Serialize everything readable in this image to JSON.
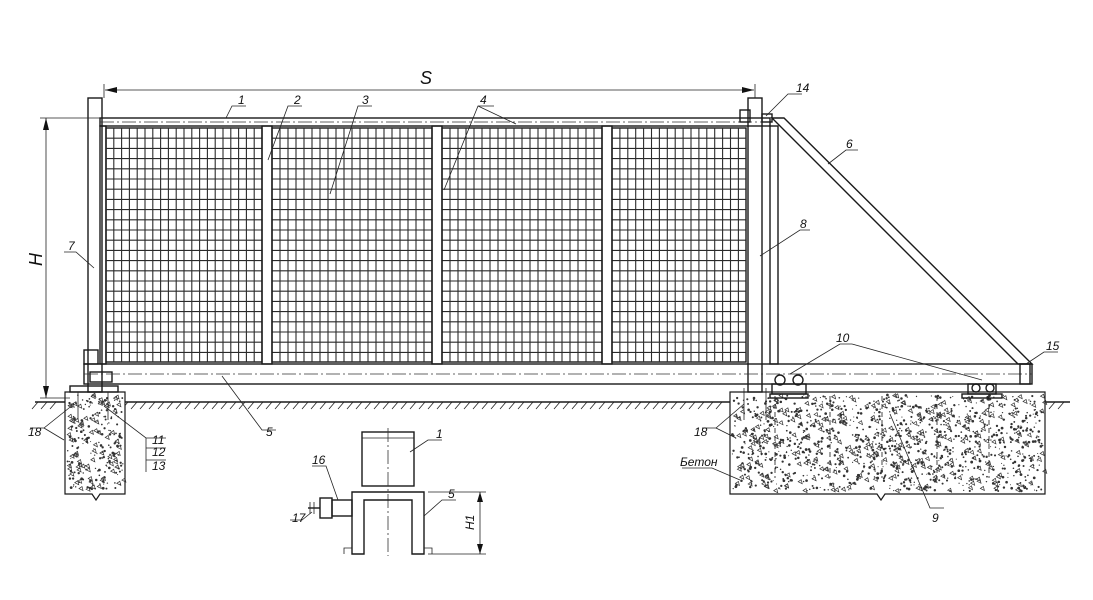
{
  "labels": {
    "dim_s": "S",
    "dim_h": "H",
    "dim_h1": "H1",
    "beton": "Бетон",
    "n1": "1",
    "n2": "2",
    "n3": "3",
    "n4": "4",
    "n5": "5",
    "n6": "6",
    "n7": "7",
    "n8": "8",
    "n9": "9",
    "n10": "10",
    "n11": "11",
    "n12": "12",
    "n13": "13",
    "n14": "14",
    "n15": "15",
    "n16": "16",
    "n17": "17",
    "n18": "18",
    "n1_section": "1",
    "n5_section": "5",
    "n18_right": "18"
  },
  "colors": {
    "line": "#1a1a1a",
    "background": "#ffffff"
  }
}
